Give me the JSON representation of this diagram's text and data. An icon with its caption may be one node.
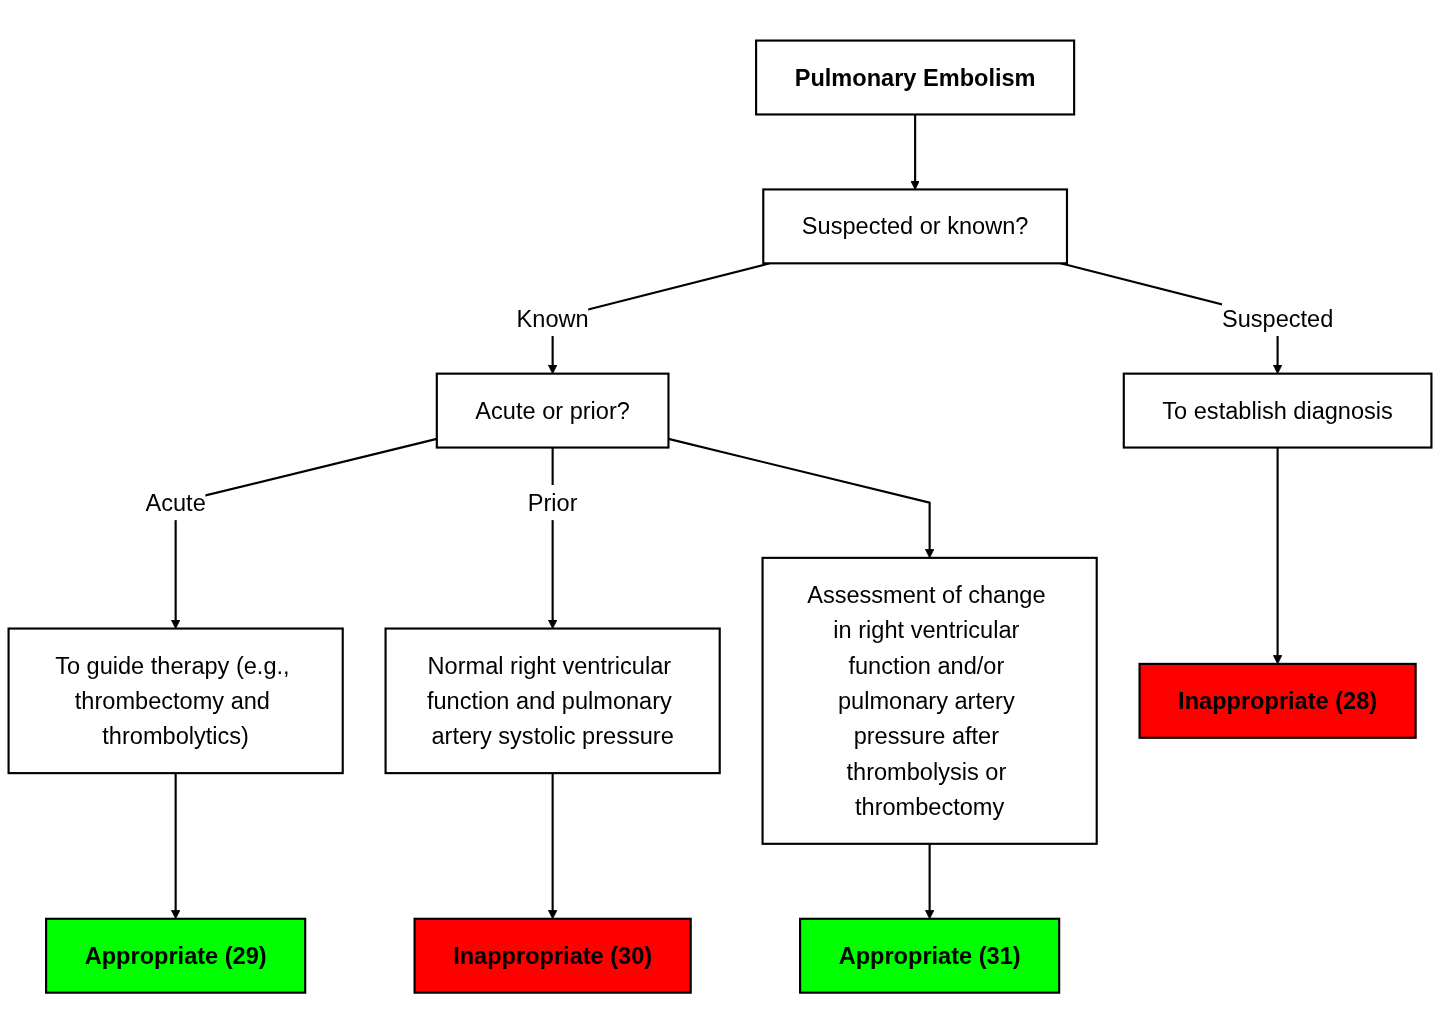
{
  "diagram": {
    "nodes": [
      {
        "text": [
          "Pulmonary Embolism"
        ]
      },
      {
        "text": [
          "Suspected or known?"
        ]
      },
      {
        "text": [
          "To establish diagnosis"
        ]
      },
      {
        "text": [
          "Acute or prior?"
        ]
      },
      {
        "text": [
          "To guide therapy (e.g., thrombectomy and thrombolytics)"
        ]
      },
      {
        "text": [
          "Normal right ventricular function and pulmonary artery systolic pressure"
        ]
      },
      {
        "text": [
          "Assessment of change in right ventricular function and/or pulmonary artery pressure after thrombolysis or thrombectomy"
        ]
      },
      {
        "text": [
          "Inappropriate (28)"
        ]
      },
      {
        "text": [
          "Appropriate (29)"
        ]
      },
      {
        "text": [
          "Inappropriate (30)"
        ]
      },
      {
        "text": [
          "Appropriate (31)"
        ]
      }
    ],
    "edges": [
      {
        "from": 0,
        "to": 1,
        "arrow": "to"
      },
      {
        "from": 1,
        "to": 2,
        "arrow": "to",
        "label": "Suspected"
      },
      {
        "from": 1,
        "to": 3,
        "arrow": "to",
        "label": "Known"
      },
      {
        "from": 3,
        "to": 4,
        "arrow": "to",
        "label": "Acute"
      },
      {
        "from": 3,
        "to": 5,
        "arrow": "to",
        "label": "Prior"
      },
      {
        "from": 3,
        "to": 6,
        "arrow": "to"
      },
      {
        "from": 2,
        "to": 7,
        "arrow": "to"
      },
      {
        "from": 4,
        "to": 8,
        "arrow": "to"
      },
      {
        "from": 5,
        "to": 9,
        "arrow": "to"
      },
      {
        "from": 6,
        "to": 10,
        "arrow": "to"
      }
    ]
  }
}
